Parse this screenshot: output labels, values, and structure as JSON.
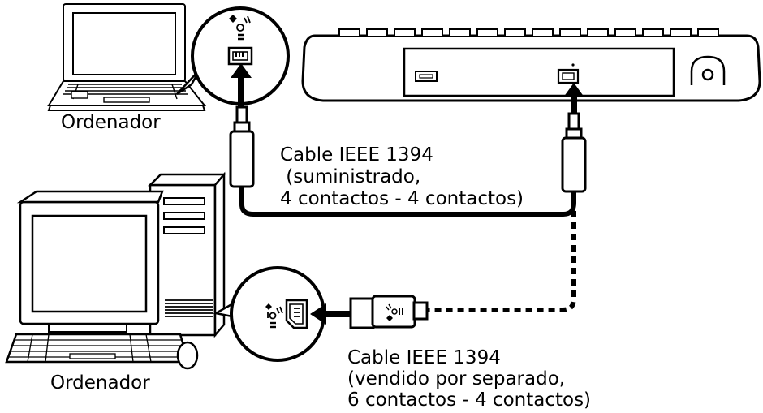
{
  "labels": {
    "laptop": "Ordenador",
    "desktop": "Ordenador",
    "cable_supplied": [
      "Cable IEEE 1394",
      " (suministrado,",
      "4 contactos - 4 contactos)"
    ],
    "cable_sold_separately": [
      "Cable IEEE 1394",
      "(vendido por separado,",
      "6 contactos - 4 contactos)"
    ]
  },
  "icons": [
    "laptop-icon",
    "desktop-computer-icon",
    "device-rear-panel-icon",
    "ieee1394-4pin-port-icon",
    "ieee1394-6pin-port-icon",
    "ieee1394-symbol-icon",
    "connection-arrow-icon"
  ],
  "colors": {
    "line": "#000000",
    "background": "#ffffff"
  }
}
